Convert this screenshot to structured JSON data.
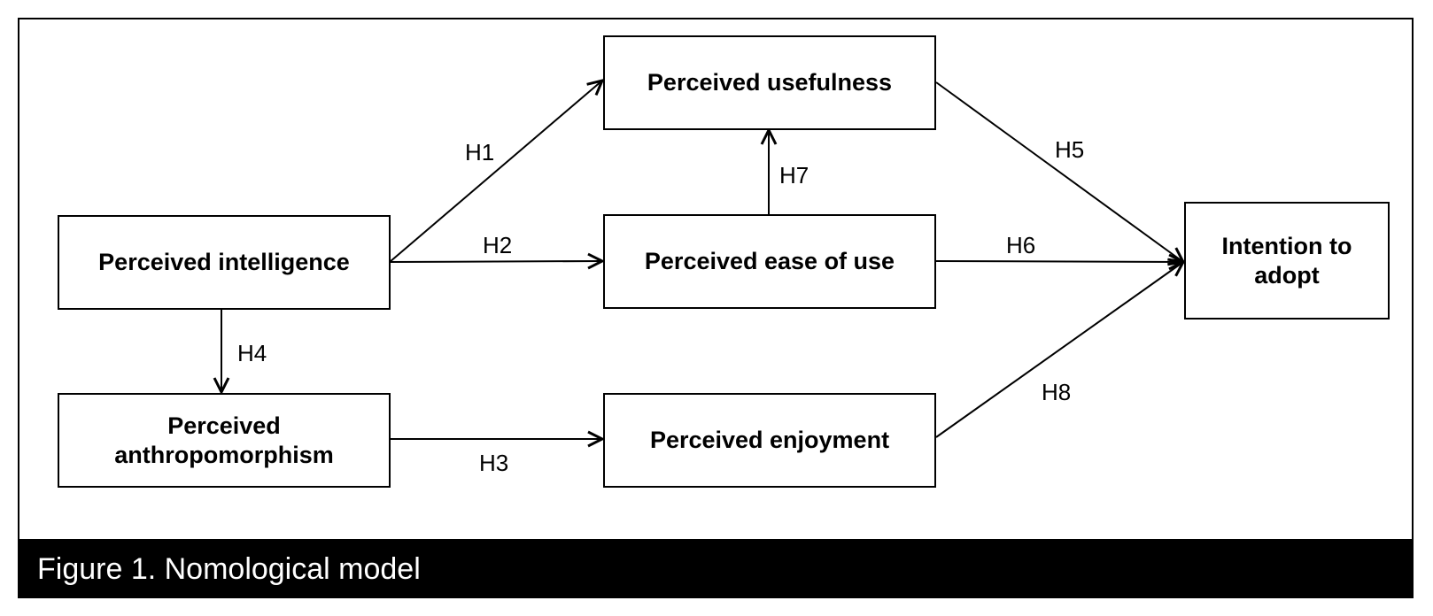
{
  "diagram": {
    "nodes": {
      "perceived_usefulness": "Perceived usefulness",
      "perceived_intelligence": "Perceived intelligence",
      "perceived_ease_of_use": "Perceived ease of use",
      "intention_to_adopt": "Intention to adopt",
      "perceived_anthropomorphism": "Perceived anthropomorphism",
      "perceived_enjoyment": "Perceived enjoyment"
    },
    "edges": {
      "h1": {
        "label": "H1",
        "from": "Perceived intelligence",
        "to": "Perceived usefulness"
      },
      "h2": {
        "label": "H2",
        "from": "Perceived intelligence",
        "to": "Perceived ease of use"
      },
      "h3": {
        "label": "H3",
        "from": "Perceived anthropomorphism",
        "to": "Perceived enjoyment"
      },
      "h4": {
        "label": "H4",
        "from": "Perceived intelligence",
        "to": "Perceived anthropomorphism"
      },
      "h5": {
        "label": "H5",
        "from": "Perceived usefulness",
        "to": "Intention to adopt"
      },
      "h6": {
        "label": "H6",
        "from": "Perceived ease of use",
        "to": "Intention to adopt"
      },
      "h7": {
        "label": "H7",
        "from": "Perceived ease of use",
        "to": "Perceived usefulness"
      },
      "h8": {
        "label": "H8",
        "from": "Perceived enjoyment",
        "to": "Intention to adopt"
      }
    }
  },
  "caption": "Figure 1. Nomological model",
  "colors": {
    "stroke": "#000000",
    "caption_background": "#000000",
    "caption_text": "#ffffff"
  }
}
